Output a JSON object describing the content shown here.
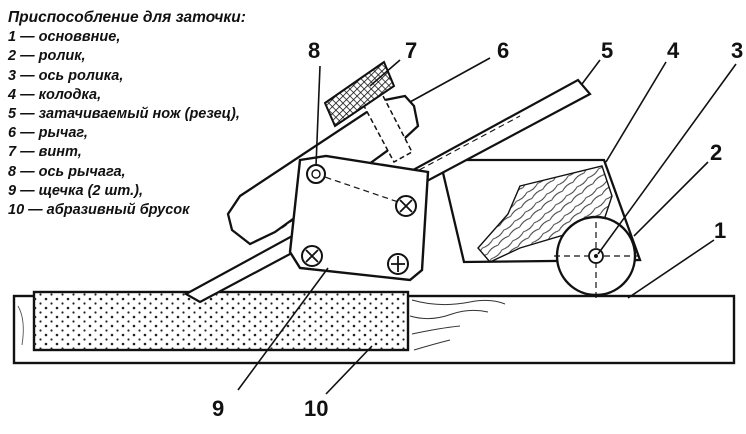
{
  "legend": {
    "title": "Приспособление для заточки:",
    "items": [
      "1 — основвние,",
      "2 — ролик,",
      "3 — ось ролика,",
      "4 — колодка,",
      "5 — затачиваемый нож (резец),",
      "6 — рычаг,",
      "7 — винт,",
      "8 — ось рычага,",
      "9 — щечка (2 шт.),",
      "10 — абразивный брусок"
    ]
  },
  "callouts": [
    "8",
    "7",
    "6",
    "5",
    "4",
    "3",
    "2",
    "1",
    "9",
    "10"
  ]
}
